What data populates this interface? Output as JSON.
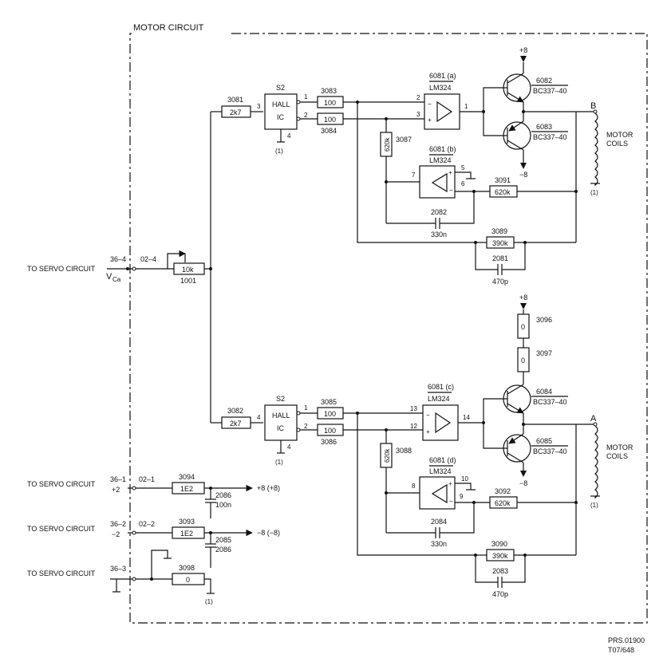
{
  "title": "MOTOR CIRCUIT",
  "footer": {
    "line1": "PRS.01900",
    "line2": "T07/648"
  },
  "left_labels": {
    "servo_vca": "TO  SERVO  CIRCUIT",
    "servo_p8": "TO  SERVO  CIRCUIT",
    "servo_m8": "TO  SERVO  CIRCUIT",
    "servo_gnd": "TO  SERVO  CIRCUIT"
  },
  "connectors": {
    "c364": "36–4",
    "c024": "02–4",
    "vca": "V",
    "vca_sub": "Ca",
    "c361": "36–1",
    "c021": "02–1",
    "p2": "+2",
    "c362": "36–2",
    "c022": "02–2",
    "m2": "−2",
    "c363": "36–3"
  },
  "pot": {
    "value": "10k",
    "ref": "1001"
  },
  "upper": {
    "r_in_ref": "3081",
    "r_in_val": "2k7",
    "hall_ref": "S2",
    "hall_l1": "HALL",
    "hall_l2": "IC",
    "hall_p3": "3",
    "hall_p1": "1",
    "hall_p2": "2",
    "hall_p4": "4",
    "hall_gnd": "(1)",
    "r_a_ref": "3083",
    "r_a_val": "100",
    "r_b_val": "100",
    "r_b_ref": "3084",
    "opa_ref": "6081 (a)",
    "opa_type": "LM324",
    "opa_p2": "2",
    "opa_p3": "3",
    "opa_p1": "1",
    "opb_ref": "6081 (b)",
    "opb_type": "LM324",
    "opb_p5": "5",
    "opb_p6": "6",
    "opb_p7": "7",
    "r_v_ref": "3087",
    "r_v_val": "620k",
    "r_fb_ref": "3091",
    "r_fb_val": "620k",
    "c_fb_ref": "2082",
    "c_fb_val": "330n",
    "r_big_ref": "3089",
    "r_big_val": "390k",
    "c_big_ref": "2081",
    "c_big_val": "470p",
    "tr_top_ref": "6082",
    "tr_top_type": "BC337–40",
    "tr_bot_ref": "6083",
    "tr_bot_type": "BC337–40",
    "supply_p": "+8",
    "supply_m": "−8",
    "coil_node": "B",
    "coil_l1": "MOTOR",
    "coil_l2": "COILS",
    "coil_gnd": "(1)"
  },
  "lower": {
    "r_in_ref": "3082",
    "r_in_val": "2k7",
    "hall_ref": "S2",
    "hall_l1": "HALL",
    "hall_l2": "IC",
    "hall_p4": "4",
    "hall_p1": "1",
    "hall_p2": "2",
    "hall_p4b": "4",
    "hall_gnd": "(1)",
    "r_a_ref": "3085",
    "r_a_val": "100",
    "r_b_val": "100",
    "r_b_ref": "3086",
    "opc_ref": "6081 (c)",
    "opc_type": "LM324",
    "opc_p13": "13",
    "opc_p12": "12",
    "opc_p14": "14",
    "opd_ref": "6081 (d)",
    "opd_type": "LM324",
    "opd_p10": "10",
    "opd_p9": "9",
    "opd_p8": "8",
    "r_v_ref": "3088",
    "r_v_val": "620k",
    "r_fb_ref": "3092",
    "r_fb_val": "620k",
    "c_fb_ref": "2084",
    "c_fb_val": "330n",
    "r_big_ref": "3090",
    "r_big_val": "390k",
    "c_big_ref": "2083",
    "c_big_val": "470p",
    "r_s1_ref": "3096",
    "r_s1_val": "0",
    "r_s2_ref": "3097",
    "r_s2_val": "0",
    "tr_top_ref": "6084",
    "tr_top_type": "BC337–40",
    "tr_bot_ref": "6085",
    "tr_bot_type": "BC337–40",
    "supply_p": "+8",
    "supply_m": "−8",
    "coil_node": "A",
    "coil_l1": "MOTOR",
    "coil_l2": "COILS",
    "coil_gnd": "(1)"
  },
  "supply": {
    "r_p_ref": "3094",
    "r_p_val": "1E2",
    "out_p": "+8  (+8)",
    "c_p_ref": "2086",
    "c_p_val": "100n",
    "r_m_ref": "3093",
    "r_m_val": "1E2",
    "out_m": "−8  (−8)",
    "c_m_ref": "2085",
    "c_m_val": "2086",
    "r_g_ref": "3098",
    "r_g_val": "0",
    "gnd": "(1)"
  }
}
